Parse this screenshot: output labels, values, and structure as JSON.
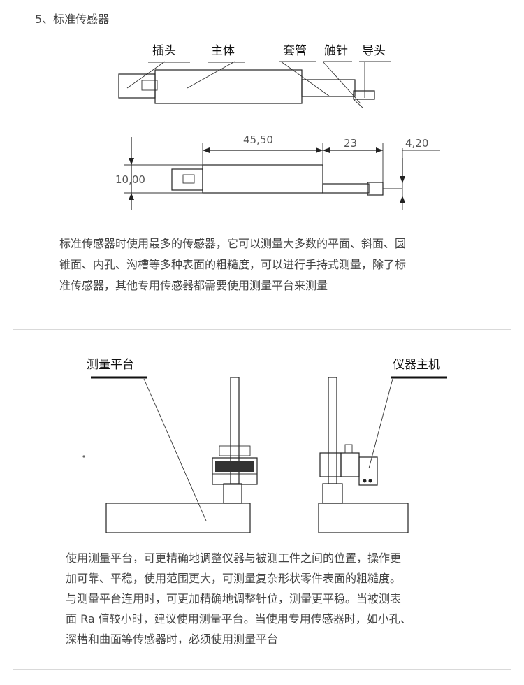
{
  "section1": {
    "title": "5、标准传感器",
    "labels": {
      "plug": "插头",
      "body": "主体",
      "sleeve": "套管",
      "stylus": "触针",
      "guide": "导头"
    },
    "dimensions": {
      "length_main": "45,50",
      "length_sleeve": "23",
      "dia_tip": "4,20",
      "height": "10,00"
    },
    "description_lines": [
      "标准传感器时使用最多的传感器，它可以测量大多数的平面、斜面、圆",
      "锥面、内孔、沟槽等多种表面的粗糙度，可以进行手持式测量，除了标",
      "准传感器，其他专用传感器都需要使用测量平台来测量"
    ]
  },
  "section2": {
    "labels": {
      "platform": "测量平台",
      "main_unit": "仪器主机"
    },
    "description_lines": [
      "使用测量平台，可更精确地调整仪器与被测工件之间的位置，操作更",
      "加可靠、平稳，使用范围更大，可测量复杂形状零件表面的粗糙度。",
      "与测量平台连用时，可更加精确地调整针位，测量更平稳。当被测表",
      "面 Ra 值较小时，建议使用测量平台。当使用专用传感器时，如小孔、",
      "深槽和曲面等传感器时，必须使用测量平台"
    ]
  }
}
